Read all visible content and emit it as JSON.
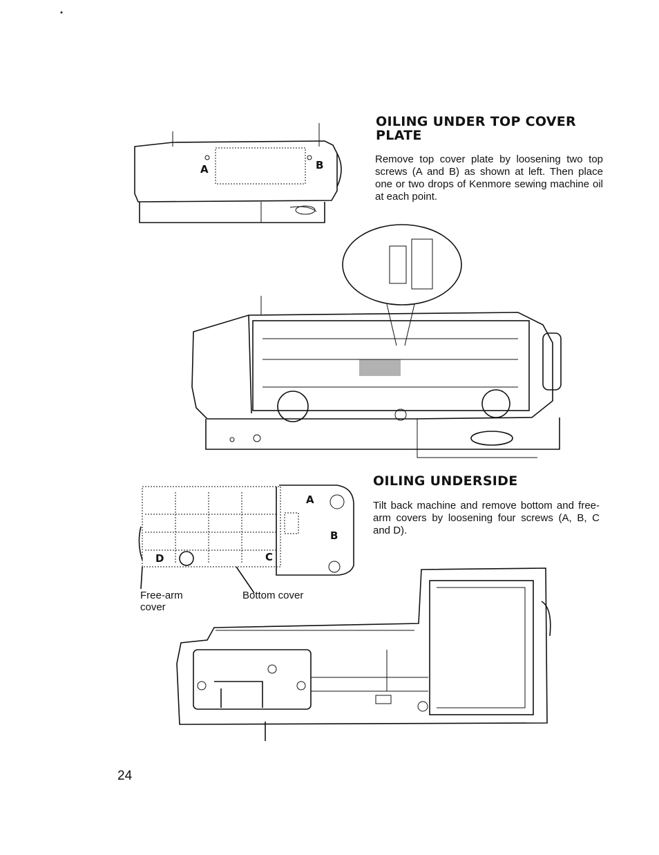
{
  "section_top": {
    "heading_line1": "OILING UNDER TOP COVER",
    "heading_line2": "PLATE",
    "body": "Remove top cover plate by loosening two top screws (A and B) as shown at left. Then place one or two drops of Kenmore sewing machine oil at each point."
  },
  "section_bottom": {
    "heading": "OILING UNDERSIDE",
    "body": "Tilt back machine and remove bottom and free-arm covers by loosening four screws (A, B, C and D)."
  },
  "figure_top_plate": {
    "label_a": "A",
    "label_b": "B"
  },
  "figure_underside": {
    "label_a": "A",
    "label_b": "B",
    "label_c": "C",
    "label_d": "D",
    "free_arm_label_line1": "Free-arm",
    "free_arm_label_line2": "cover",
    "bottom_cover_label": "Bottom cover"
  },
  "page_number": "24"
}
